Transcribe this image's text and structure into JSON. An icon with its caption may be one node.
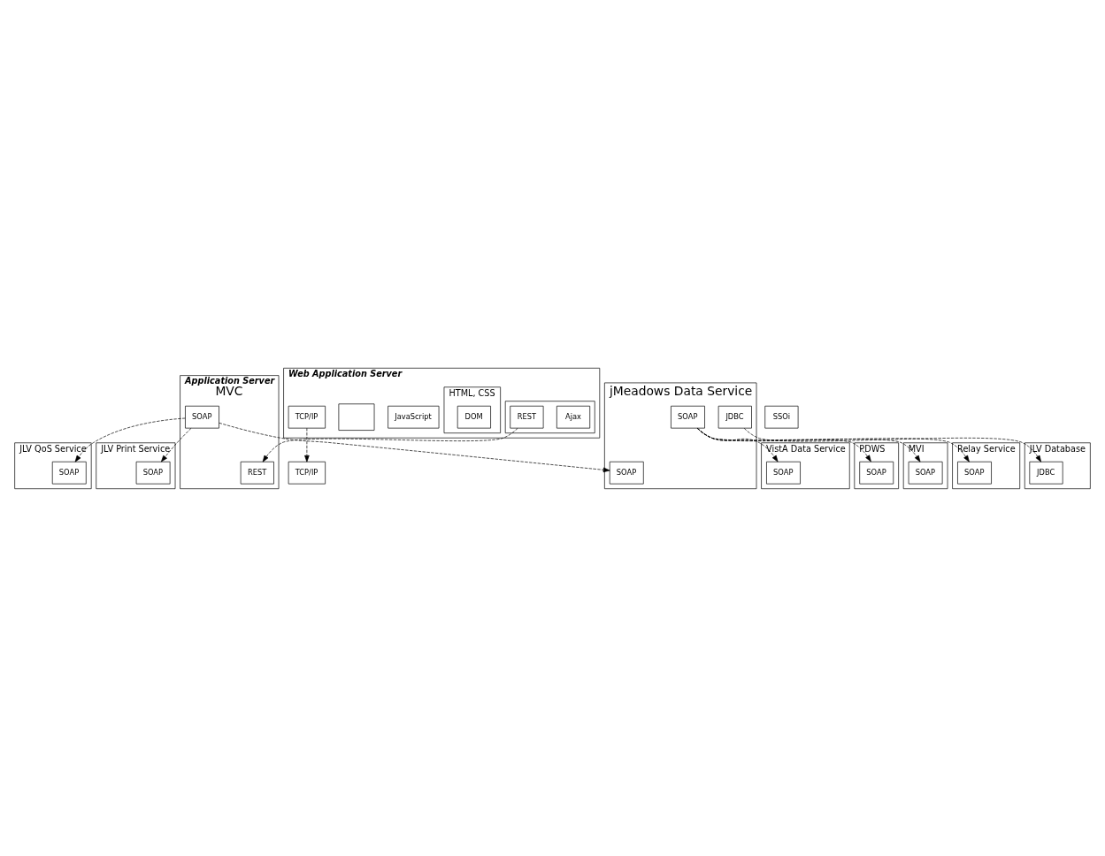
{
  "diagram": {
    "nodes": [
      {
        "text": [
          "Web Application Server"
        ]
      },
      {
        "text": [
          "JavaScript"
        ],
        "in": 0
      },
      {
        "text": [],
        "shape": "box",
        "in": 0
      },
      {
        "text": [
          "Ajax"
        ],
        "in": 2
      },
      {
        "text": [
          "REST"
        ],
        "in": 2
      },
      {
        "text": [
          "HTML, CSS"
        ],
        "in": 0
      },
      {
        "text": [
          "DOM"
        ],
        "in": 5
      },
      {
        "text": [],
        "shape": "box",
        "in": 0
      },
      {
        "text": [
          "TCP/IP"
        ],
        "in": 0
      },
      {
        "text": [
          "TCP/IP"
        ]
      },
      {
        "text": [
          "SSOi"
        ]
      },
      {
        "text": [
          "Application Server",
          "MVC"
        ]
      },
      {
        "text": [
          "REST"
        ],
        "in": 11
      },
      {
        "text": [
          "SOAP"
        ],
        "in": 11
      },
      {
        "text": [
          "jMeadows Data Service"
        ]
      },
      {
        "text": [
          "SOAP"
        ],
        "in": 14
      },
      {
        "text": [
          "SOAP"
        ],
        "in": 14
      },
      {
        "text": [
          "JDBC"
        ],
        "in": 14
      },
      {
        "text": [
          "JLV QoS Service"
        ]
      },
      {
        "text": [
          "SOAP"
        ],
        "in": 18
      },
      {
        "text": [
          "JLV Print Service"
        ]
      },
      {
        "text": [
          "SOAP"
        ],
        "in": 20
      },
      {
        "text": [
          "VistA Data Service"
        ]
      },
      {
        "text": [
          "SOAP"
        ],
        "in": 22
      },
      {
        "text": [
          "PDWS"
        ]
      },
      {
        "text": [
          "SOAP"
        ],
        "in": 24
      },
      {
        "text": [
          "MVI"
        ]
      },
      {
        "text": [
          "SOAP"
        ],
        "in": 26
      },
      {
        "text": [
          "Relay Service"
        ]
      },
      {
        "text": [
          "SOAP"
        ],
        "in": 28
      },
      {
        "text": [
          "JLV Database"
        ]
      },
      {
        "text": [
          "JDBC"
        ],
        "in": 30
      }
    ],
    "edges": [
      {
        "from": 4,
        "to": 12,
        "arrow": "to",
        "style": "dashed"
      },
      {
        "from": 8,
        "to": 9,
        "arrow": "to",
        "style": "dashed"
      },
      {
        "from": 13,
        "to": 15,
        "arrow": "to",
        "style": "dashed"
      },
      {
        "from": 13,
        "to": 19,
        "arrow": "to",
        "style": "dashed"
      },
      {
        "from": 13,
        "to": 21,
        "arrow": "to",
        "style": "dashed"
      },
      {
        "from": 16,
        "to": 23,
        "arrow": "to",
        "style": "dashed"
      },
      {
        "from": 16,
        "to": 25,
        "arrow": "to",
        "style": "dashed"
      },
      {
        "from": 16,
        "to": 27,
        "arrow": "to",
        "style": "dashed"
      },
      {
        "from": 16,
        "to": 29,
        "arrow": "to",
        "style": "dashed"
      },
      {
        "from": 17,
        "to": 31,
        "arrow": "to",
        "style": "dashed"
      }
    ]
  }
}
